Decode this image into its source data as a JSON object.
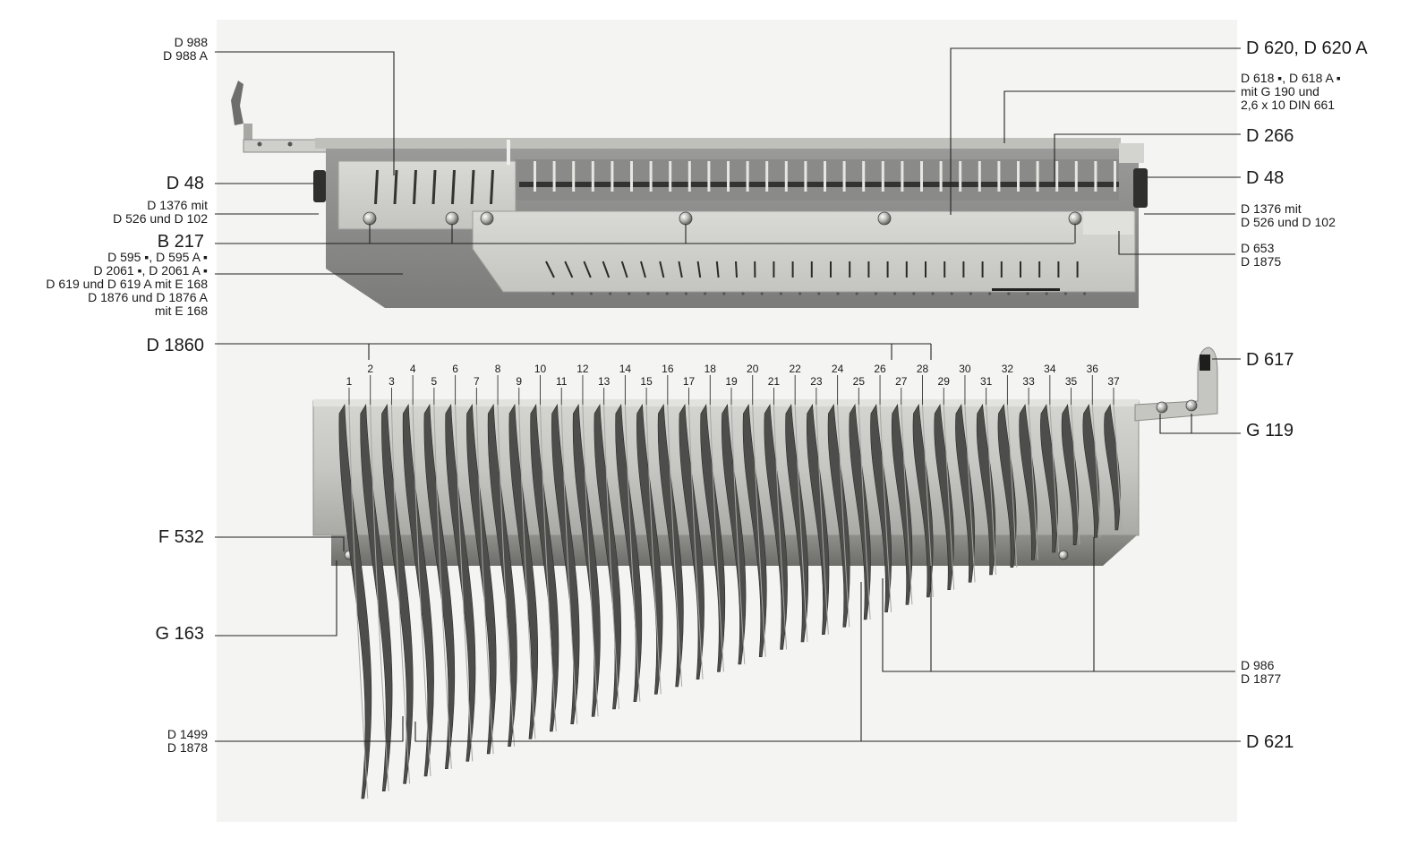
{
  "labels_left": {
    "d988": "D 988",
    "d988a": "D 988 A",
    "d48": "D 48",
    "d1376_l1": "D 1376 mit",
    "d1376_l2": "D 526 und D 102",
    "b217": "B 217",
    "grp_l1": "D 595 ▪, D 595 A ▪",
    "grp_l2": "D 2061 ▪, D 2061 A ▪",
    "grp_l3": "D 619 und D 619 A mit E 168",
    "grp_l4": "D 1876 und D 1876 A",
    "grp_l5": "mit E 168",
    "d1860": "D 1860",
    "f532": "F 532",
    "g163": "G 163",
    "d1499": "D 1499",
    "d1878": "D 1878"
  },
  "labels_right": {
    "d620": "D 620,  D 620 A",
    "d618_l1": "D 618 ▪,  D 618 A ▪",
    "d618_l2": "mit G 190 und",
    "d618_l3": "2,6 x 10  DIN 661",
    "d266": "D 266",
    "d48": "D 48",
    "d1376_l1": "D 1376  mit",
    "d1376_l2": "D 526  und  D 102",
    "d653": "D 653",
    "d1875": "D 1875",
    "d617": "D 617",
    "g119": "G 119",
    "d986": "D 986",
    "d1877": "D 1877",
    "d621": "D 621"
  },
  "hook_numbers": [
    "1",
    "2",
    "3",
    "4",
    "5",
    "6",
    "7",
    "8",
    "9",
    "10",
    "11",
    "12",
    "13",
    "14",
    "15",
    "16",
    "17",
    "18",
    "19",
    "20",
    "21",
    "22",
    "23",
    "24",
    "25",
    "26",
    "27",
    "28",
    "29",
    "30",
    "31",
    "32",
    "33",
    "34",
    "35",
    "36",
    "37"
  ]
}
